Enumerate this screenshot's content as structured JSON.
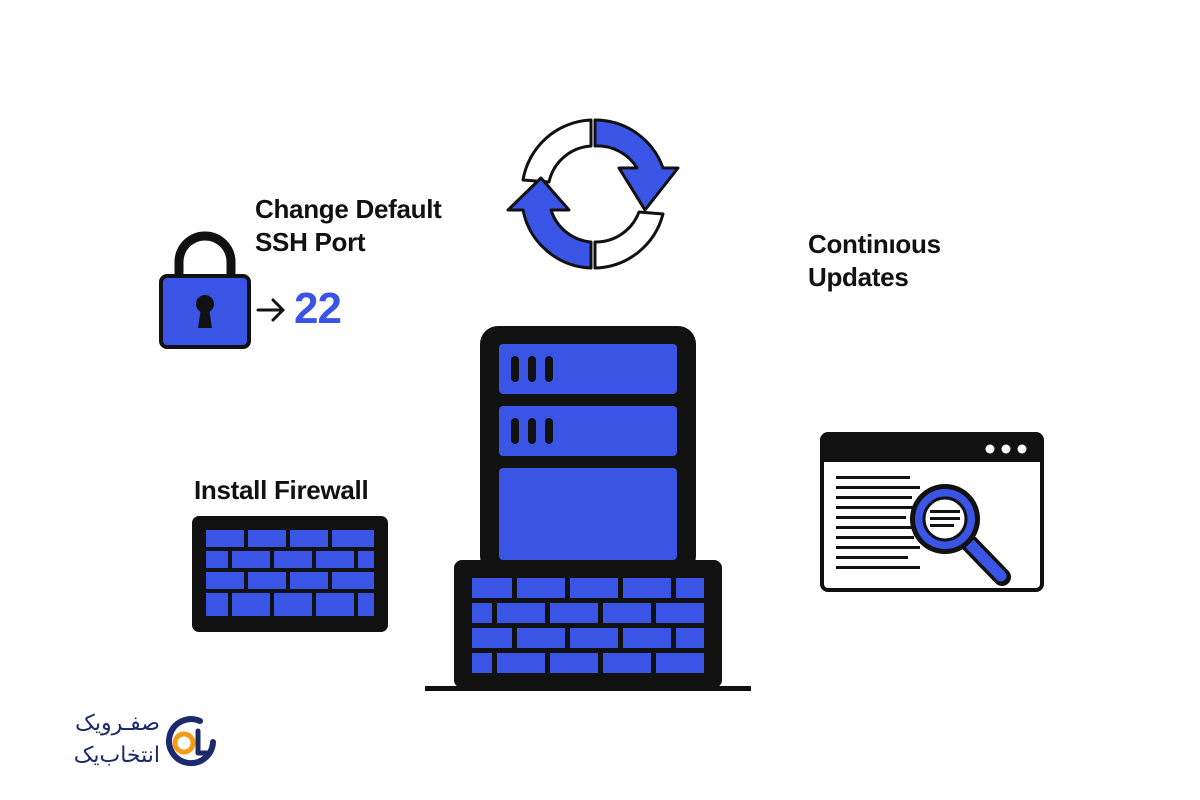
{
  "labels": {
    "ssh_line1": "Change Default",
    "ssh_line2": "SSH Port",
    "port_number": "22",
    "updates_line1": "Continıous",
    "updates_line2": "Updates",
    "firewall": "Install Firewall"
  },
  "brand": {
    "name_line1": "صفـرویک",
    "name_line2": "انتخاب‌یک",
    "mark_text": "OL"
  },
  "icons": {
    "refresh": "refresh-cycle-icon",
    "lock": "padlock-icon",
    "arrow": "arrow-right-icon",
    "firewall": "brick-wall-icon",
    "server": "server-rack-icon",
    "monitor": "browser-search-icon"
  },
  "colors": {
    "accent_blue": "#3a55e6",
    "outline": "#111111",
    "brand_navy": "#1a2a6c",
    "brand_orange": "#f39c1a"
  }
}
